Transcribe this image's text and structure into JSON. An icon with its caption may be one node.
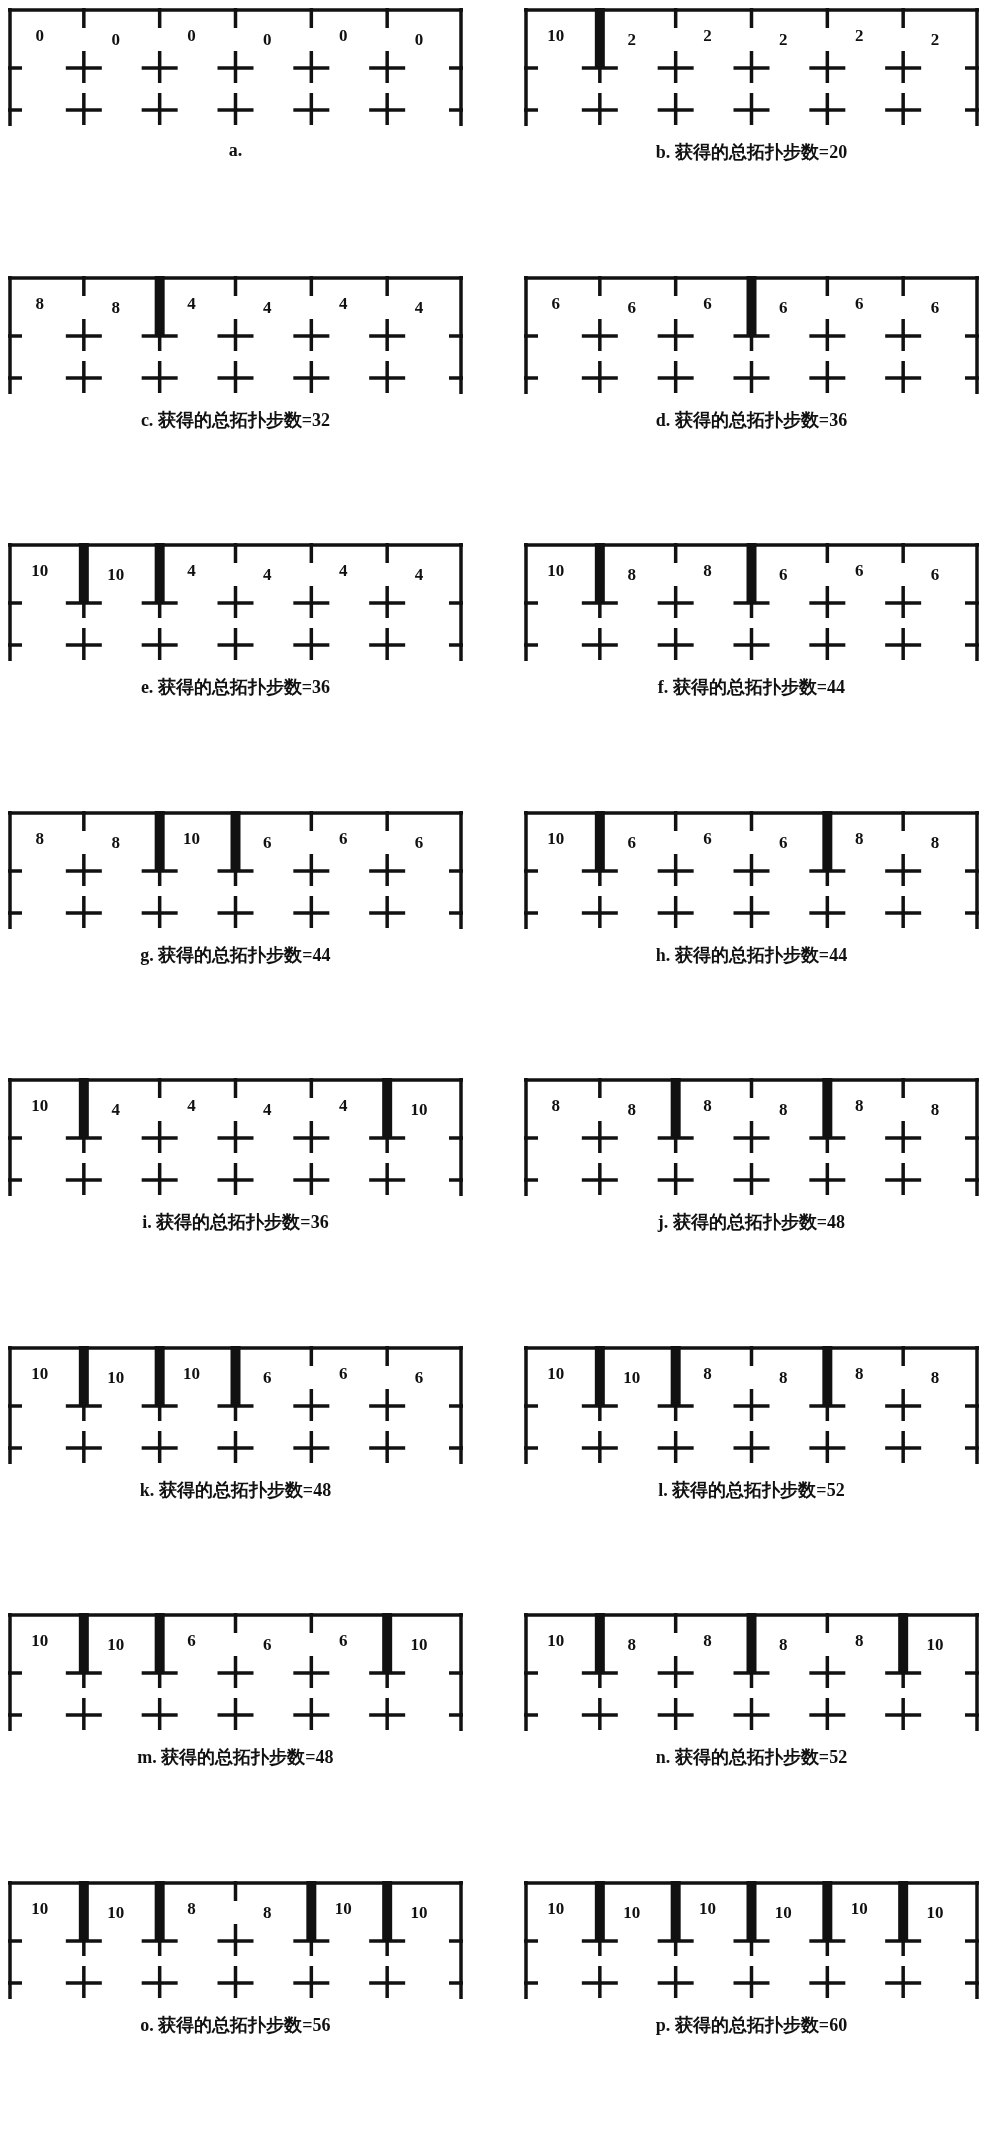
{
  "diagram": {
    "nodes": [
      {
        "text": [
          "0",
          "0",
          "0",
          "0",
          "0",
          "0"
        ],
        "beside": [
          "a."
        ]
      },
      {
        "text": [
          "10",
          "2",
          "2",
          "2",
          "2",
          "2"
        ],
        "beside": [
          "b. 获得的总拓扑步数=20"
        ]
      },
      {
        "text": [
          "8",
          "8",
          "4",
          "4",
          "4",
          "4"
        ],
        "beside": [
          "c. 获得的总拓扑步数=32"
        ]
      },
      {
        "text": [
          "6",
          "6",
          "6",
          "6",
          "6",
          "6"
        ],
        "beside": [
          "d. 获得的总拓扑步数=36"
        ]
      },
      {
        "text": [
          "10",
          "10",
          "4",
          "4",
          "4",
          "4"
        ],
        "beside": [
          "e. 获得的总拓扑步数=36"
        ]
      },
      {
        "text": [
          "10",
          "8",
          "8",
          "6",
          "6",
          "6"
        ],
        "beside": [
          "f. 获得的总拓扑步数=44"
        ]
      },
      {
        "text": [
          "8",
          "8",
          "10",
          "6",
          "6",
          "6"
        ],
        "beside": [
          "g. 获得的总拓扑步数=44"
        ]
      },
      {
        "text": [
          "10",
          "6",
          "6",
          "6",
          "8",
          "8"
        ],
        "beside": [
          "h. 获得的总拓扑步数=44"
        ]
      },
      {
        "text": [
          "10",
          "4",
          "4",
          "4",
          "4",
          "10"
        ],
        "beside": [
          "i. 获得的总拓扑步数=36"
        ]
      },
      {
        "text": [
          "8",
          "8",
          "8",
          "8",
          "8",
          "8"
        ],
        "beside": [
          "j. 获得的总拓扑步数=48"
        ]
      },
      {
        "text": [
          "10",
          "10",
          "10",
          "6",
          "6",
          "6"
        ],
        "beside": [
          "k. 获得的总拓扑步数=48"
        ]
      },
      {
        "text": [
          "10",
          "10",
          "8",
          "8",
          "8",
          "8"
        ],
        "beside": [
          "l. 获得的总拓扑步数=52"
        ]
      },
      {
        "text": [
          "10",
          "10",
          "6",
          "6",
          "6",
          "10"
        ],
        "beside": [
          "m. 获得的总拓扑步数=48"
        ]
      },
      {
        "text": [
          "10",
          "8",
          "8",
          "8",
          "8",
          "10"
        ],
        "beside": [
          "n. 获得的总拓扑步数=52"
        ]
      },
      {
        "text": [
          "10",
          "10",
          "8",
          "8",
          "10",
          "10"
        ],
        "beside": [
          "o. 获得的总拓扑步数=56"
        ]
      },
      {
        "text": [
          "10",
          "10",
          "10",
          "10",
          "10",
          "10"
        ],
        "beside": [
          "p. 获得的总拓扑步数=60"
        ]
      }
    ]
  }
}
